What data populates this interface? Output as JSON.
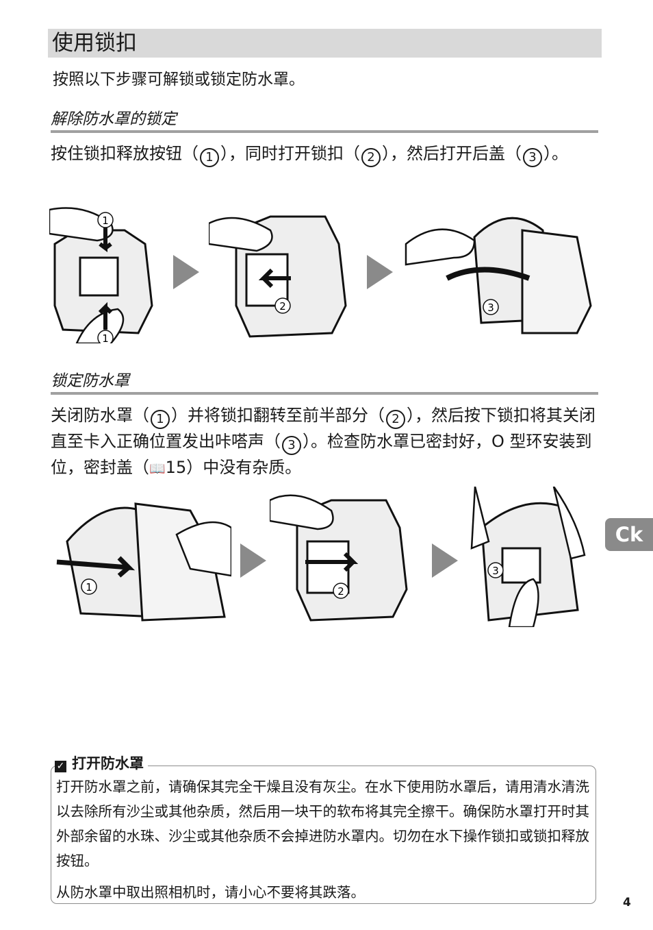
{
  "section_title": "使用锁扣",
  "intro": "按照以下步骤可解锁或锁定防水罩。",
  "unlock": {
    "heading": "解除防水罩的锁定",
    "text_a": "按住锁扣释放按钮（",
    "n1": "1",
    "text_b": "），同时打开锁扣（",
    "n2": "2",
    "text_c": "），然后打开后盖（",
    "n3": "3",
    "text_d": "）。"
  },
  "lock": {
    "heading": "锁定防水罩",
    "text_a": "关闭防水罩（",
    "n1": "1",
    "text_b": "）并将锁扣翻转至前半部分（",
    "n2": "2",
    "text_c": "），然后按下锁扣将其关闭直至卡入正确位置发出咔嗒声（",
    "n3": "3",
    "text_d": "）。检查防水罩已密封好，O 型环安装到位，密封盖（",
    "ref_icon": "book-icon",
    "ref_page": "15",
    "text_e": "）中没有杂质。"
  },
  "figure_labels": {
    "one": "1",
    "two": "2",
    "three": "3"
  },
  "language_tab": "Ck",
  "note": {
    "icon": "check-icon",
    "title": "打开防水罩",
    "para1": "打开防水罩之前，请确保其完全干燥且没有灰尘。在水下使用防水罩后，请用清水清洗以去除所有沙尘或其他杂质，然后用一块干的软布将其完全擦干。确保防水罩打开时其外部余留的水珠、沙尘或其他杂质不会掉进防水罩内。切勿在水下操作锁扣或锁扣释放按钮。",
    "para2": "从防水罩中取出照相机时，请小心不要将其跌落。"
  },
  "page_number": "4"
}
